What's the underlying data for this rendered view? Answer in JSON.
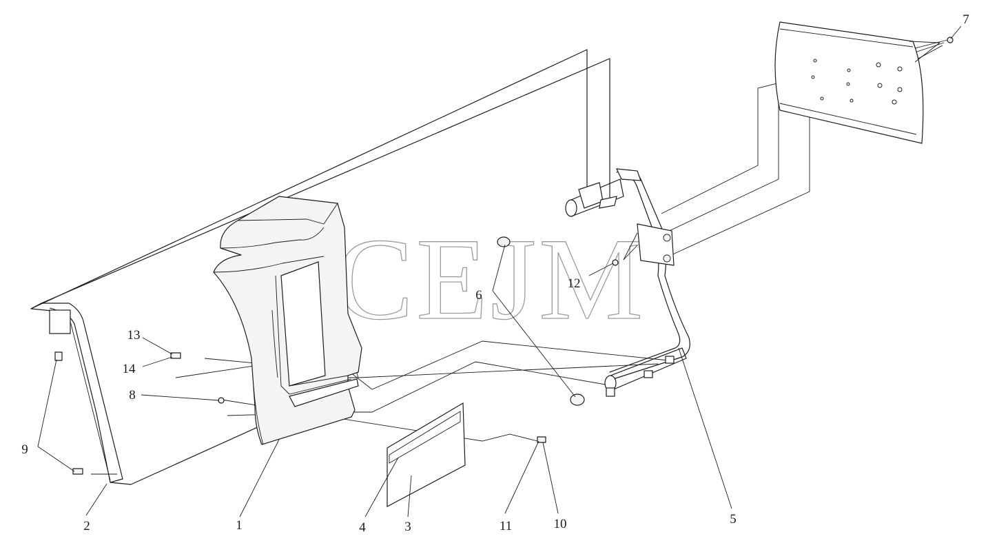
{
  "watermark": "CEJM",
  "callouts": [
    {
      "id": "c1",
      "label": "1"
    },
    {
      "id": "c2",
      "label": "2"
    },
    {
      "id": "c3",
      "label": "3"
    },
    {
      "id": "c4",
      "label": "4"
    },
    {
      "id": "c5",
      "label": "5"
    },
    {
      "id": "c6",
      "label": "6"
    },
    {
      "id": "c7",
      "label": "7"
    },
    {
      "id": "c8",
      "label": "8"
    },
    {
      "id": "c9",
      "label": "9"
    },
    {
      "id": "c10",
      "label": "10"
    },
    {
      "id": "c11",
      "label": "11"
    },
    {
      "id": "c12",
      "label": "12"
    },
    {
      "id": "c13",
      "label": "13"
    },
    {
      "id": "c14",
      "label": "14"
    }
  ]
}
